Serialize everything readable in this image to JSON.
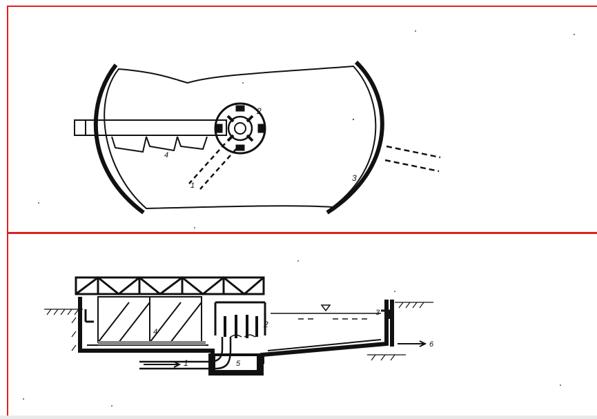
{
  "colors": {
    "frame_border": "#e02020",
    "ink": "#111111",
    "background": "#ffffff"
  },
  "plan_view": {
    "labels": {
      "inlet": "1",
      "center_well": "2",
      "outlet": "3",
      "scraper": "4"
    }
  },
  "section_view": {
    "labels": {
      "inlet": "1",
      "center_well": "2",
      "outlet_weir": "3",
      "scraper": "4",
      "sludge_pit": "5",
      "outflow": "6"
    }
  }
}
